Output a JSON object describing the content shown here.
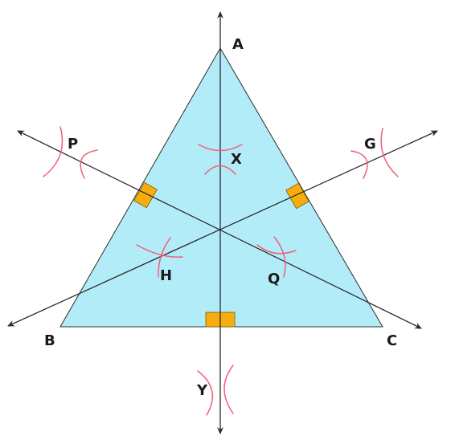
{
  "colors": {
    "triangle_fill": "#b3ecf9",
    "line": "#2b2b2b",
    "arc": "#f0607a",
    "right_angle_marker": "#f7ad0c"
  },
  "labels": {
    "A": "A",
    "B": "B",
    "C": "C",
    "P": "P",
    "Q": "Q",
    "G": "G",
    "H": "H",
    "X": "X",
    "Y": "Y"
  }
}
